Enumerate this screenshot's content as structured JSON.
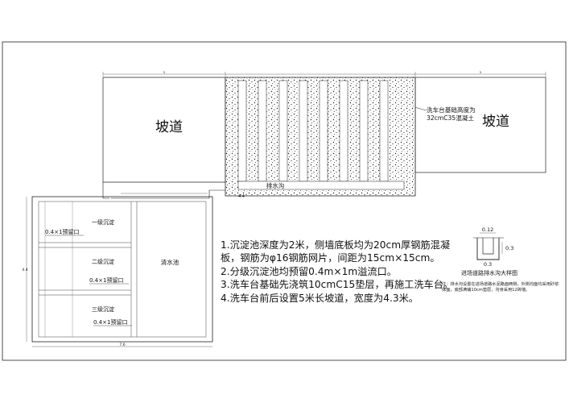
{
  "ramp_left": "坡道",
  "ramp_right": "坡道",
  "wash_base_note": "洗车台基础高度为\n32cmC35混凝土",
  "drain_ditch": "排水沟",
  "tank1": "一级沉淀",
  "tank2": "二级沉淀",
  "tank3": "三级沉淀",
  "clear_tank": "清水池",
  "overflow1": "0.4×1预留口",
  "overflow2": "0.4×1预留口",
  "overflow3": "0.4×1预留口",
  "notes": [
    "1.沉淀池深度为2米，侧墙底板均为20cm厚钢筋混凝板，钢筋为φ16钢筋网片，间距为15cm×15cm。",
    "2.分级沉淀池均预留0.4m×1m溢流口。",
    "3.洗车台基础先浇筑10cmC15垫层，再施工洗车台。",
    "4.洗车台前后设置5米长坡道，宽度为4.3米。"
  ],
  "detail": {
    "title": "进场道路排水沟大样图",
    "dim_top": "0.12",
    "dim_side": "0.3",
    "dim_bottom": "0.3",
    "note": "注：排水沟设置在进场道路水泥路面两侧，外侧均面均采用砂浆抹面，底部满铺10cm垫层，沟身采用12砖墙。"
  },
  "dimensions": {
    "ramp_width": "5",
    "tank_width": "7.6",
    "tank_height": "4.4",
    "drain_length": "4.4"
  }
}
